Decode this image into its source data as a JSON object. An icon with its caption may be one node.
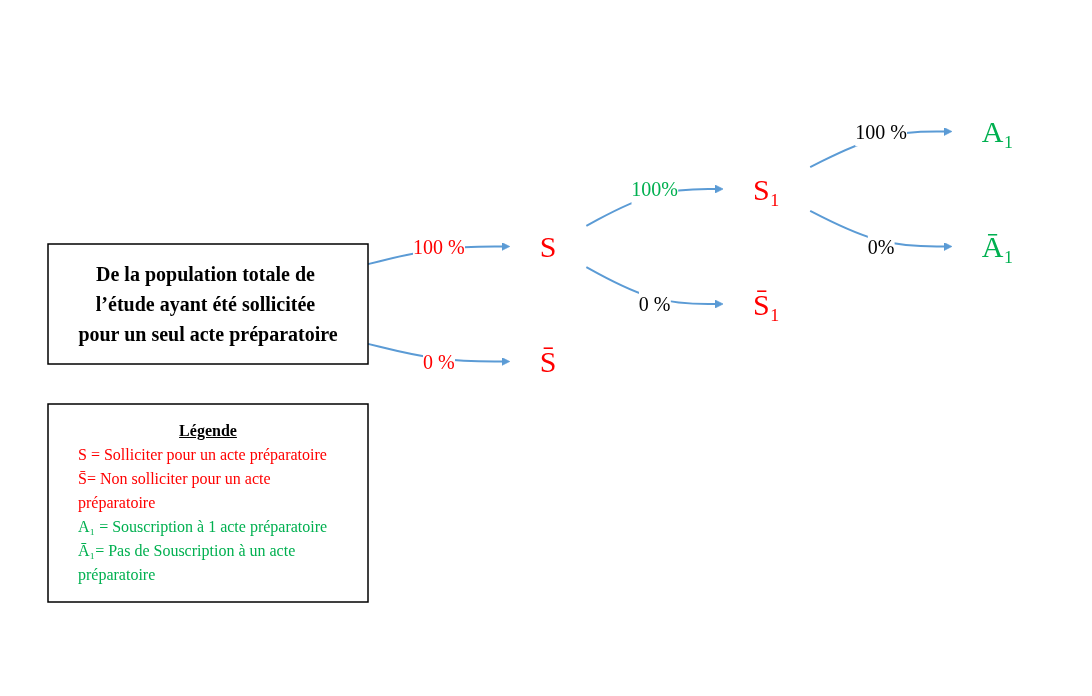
{
  "diagram": {
    "nodes": [
      {
        "text": [
          "De la population totale de l’étude ayant été sollicitée pour un seul acte préparatoire"
        ]
      },
      {
        "text": [
          "S"
        ]
      },
      {
        "text": [
          "S̄"
        ]
      },
      {
        "text": [
          "S₁"
        ]
      },
      {
        "text": [
          "S̄₁"
        ]
      },
      {
        "text": [
          "A₁"
        ]
      },
      {
        "text": [
          "Ā₁"
        ]
      },
      {
        "text": [
          "Légende",
          "S = Solliciter pour un acte préparatoire",
          "S̄= Non solliciter pour un acte préparatoire",
          "A₁ = Souscription à 1 acte préparatoire",
          "Ā₁= Pas de Souscription à un acte préparatoire"
        ]
      }
    ],
    "edges": [
      {
        "from": 0,
        "to": 1,
        "arrow": "to",
        "label": "100 %"
      },
      {
        "from": 0,
        "to": 2,
        "arrow": "to",
        "label": "0 %"
      },
      {
        "from": 1,
        "to": 3,
        "arrow": "to",
        "label": "100%"
      },
      {
        "from": 1,
        "to": 4,
        "arrow": "to",
        "label": "0 %"
      },
      {
        "from": 3,
        "to": 5,
        "arrow": "to",
        "label": "100 %"
      },
      {
        "from": 3,
        "to": 6,
        "arrow": "to",
        "label": "0%"
      }
    ]
  }
}
